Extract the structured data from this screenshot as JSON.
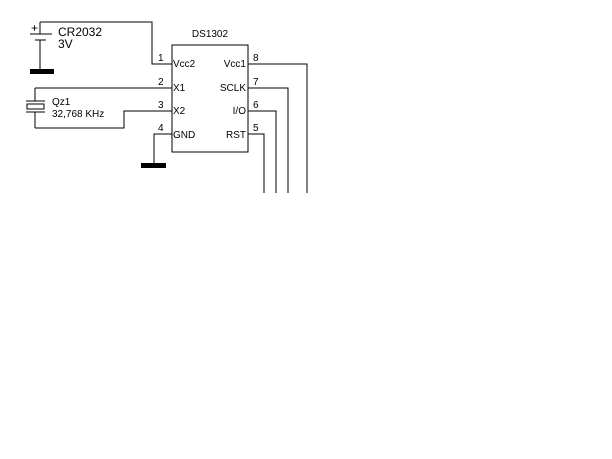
{
  "ic": {
    "name": "DS1302",
    "left_pins": [
      {
        "num": "1",
        "name": "Vcc2"
      },
      {
        "num": "2",
        "name": "X1"
      },
      {
        "num": "3",
        "name": "X2"
      },
      {
        "num": "4",
        "name": "GND"
      }
    ],
    "right_pins": [
      {
        "num": "8",
        "name": "Vcc1"
      },
      {
        "num": "7",
        "name": "SCLK"
      },
      {
        "num": "6",
        "name": "I/O"
      },
      {
        "num": "5",
        "name": "RST"
      }
    ]
  },
  "battery": {
    "plus": "+",
    "name": "CR2032",
    "voltage": "3V"
  },
  "crystal": {
    "name": "Qz1",
    "frequency": "32,768 KHz"
  }
}
